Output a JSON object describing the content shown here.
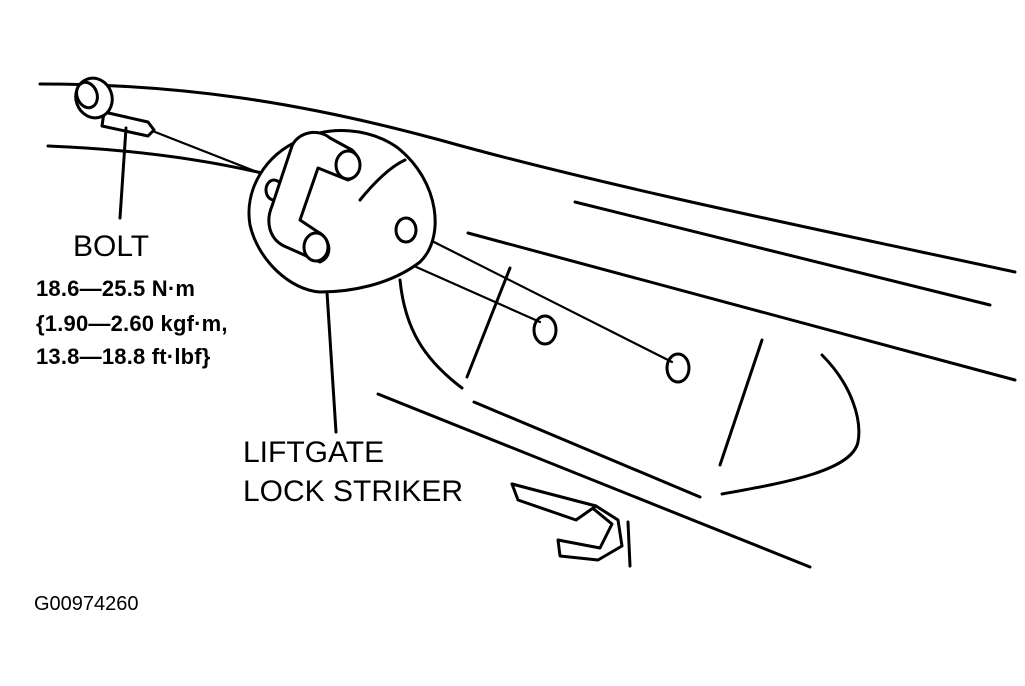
{
  "labels": {
    "bolt": "BOLT",
    "torque_nm": "18.6—25.5 N·m",
    "torque_kgfm": "{1.90—2.60 kgf·m,",
    "torque_ftlbf": "13.8—18.8 ft·lbf}",
    "striker_line1": "LIFTGATE",
    "striker_line2": "LOCK STRIKER",
    "figure_code": "G00974260"
  }
}
